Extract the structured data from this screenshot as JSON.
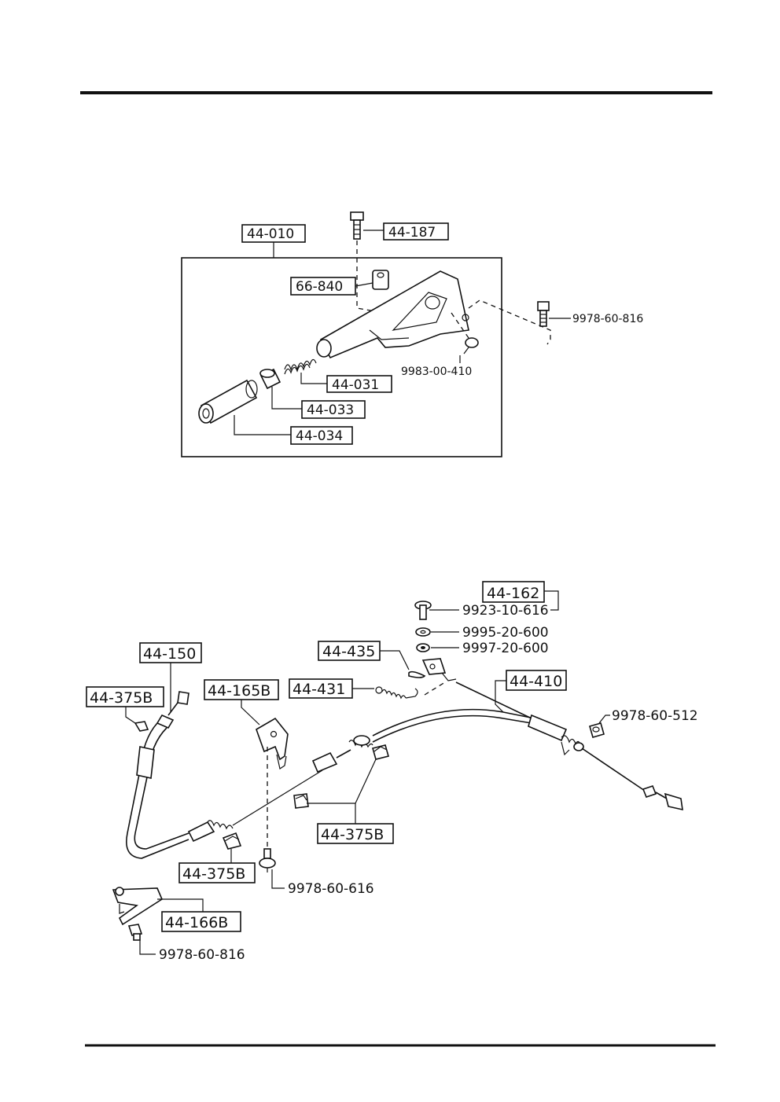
{
  "upper_assembly": {
    "lever_assy": "44-010",
    "bolt_top": "44-187",
    "bushing": "66-840",
    "bolt_right": "9978-60-816",
    "screw": "9983-00-410",
    "spring": "44-031",
    "button": "44-033",
    "grip": "44-034"
  },
  "lower_assembly": {
    "front_cable": "44-150",
    "clip_left": "44-375B",
    "bracket": "44-165B",
    "spring_small": "44-431",
    "pin": "44-435",
    "adjuster_set": "44-162",
    "bolt_adjuster": "9923-10-616",
    "washer_1": "9995-20-600",
    "washer_2": "9997-20-600",
    "rear_cable": "44-410",
    "bolt_cable": "9978-60-512",
    "clip_middle": "44-375B",
    "clip_bottom": "44-375B",
    "bolt_bracket": "9978-60-616",
    "bracket_bottom": "44-166B",
    "bolt_bottom": "9978-60-816"
  }
}
